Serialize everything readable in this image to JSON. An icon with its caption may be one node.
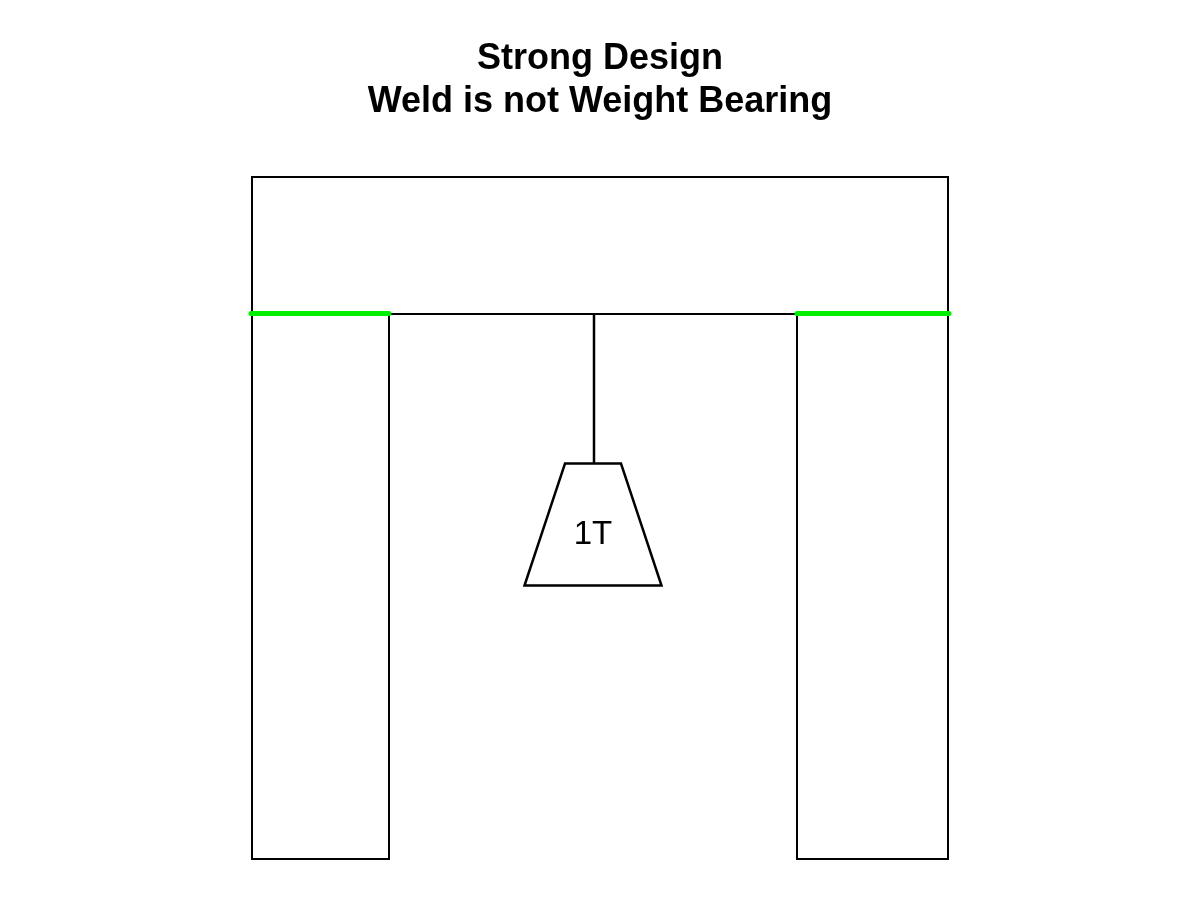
{
  "diagram": {
    "title": "Strong Design",
    "nodes": [
      {
        "text": [],
        "shape": "box"
      },
      {
        "text": [],
        "shape": "box"
      },
      {
        "text": [],
        "shape": "box"
      },
      {
        "text": [
          "1T"
        ]
      }
    ],
    "edges": [
      {
        "from": 0,
        "to": 3,
        "arrow": "none"
      }
    ],
    "labels": [
      "Weld is not Weight Bearing"
    ]
  }
}
